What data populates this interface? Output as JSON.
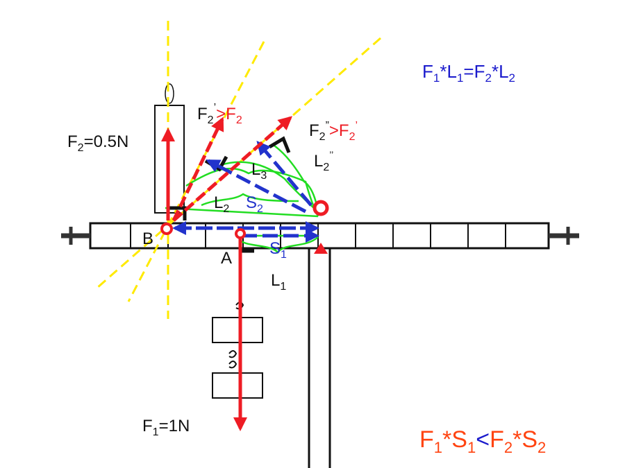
{
  "colors": {
    "force": "#ee1c24",
    "guide": "#ffea00",
    "arm": "#22dd22",
    "distance": "#2233cc",
    "formula_top": "#1a1acc",
    "formula_bottom": "#ff4411",
    "structure": "#111111"
  },
  "labels": {
    "B": "B",
    "A": "A",
    "F2_base": "F",
    "F2_base_sub": "2",
    "F2_base_val": "=0.5N",
    "F1_base": "F",
    "F1_base_sub": "1",
    "F1_base_val": "=1N",
    "F2p_left": "F",
    "F2p_left_sub": "2",
    "F2p_left_prime": "’",
    "F2p_gt": ">F",
    "F2p_gt_sub": "2",
    "F2pp_left": "F",
    "F2pp_left_sub": "2",
    "F2pp_left_prime": "”",
    "F2pp_gt": ">F",
    "F2pp_gt_sub": "2",
    "F2pp_gt_prime": "’",
    "L1": "L",
    "L1_sub": "1",
    "L2": "L",
    "L2_sub": "2",
    "L3": "L",
    "L3_sub": "3",
    "L2pp": "L",
    "L2pp_sub": "2",
    "L2pp_prime": "’’",
    "S1": "S",
    "S1_sub": "1",
    "S2": "S",
    "S2_sub": "2"
  },
  "formula_top": {
    "p1": "F",
    "s1": "1",
    "p2": "*L",
    "s2": "1",
    "p3": "=F",
    "s3": "2",
    "p4": "*L",
    "s4": "2"
  },
  "formula_bottom": {
    "p1": "F",
    "s1": "1",
    "p2": "*S",
    "s2": "1",
    "lt": "<",
    "p3": "F",
    "s3": "2",
    "p4": "*S",
    "s4": "2"
  }
}
